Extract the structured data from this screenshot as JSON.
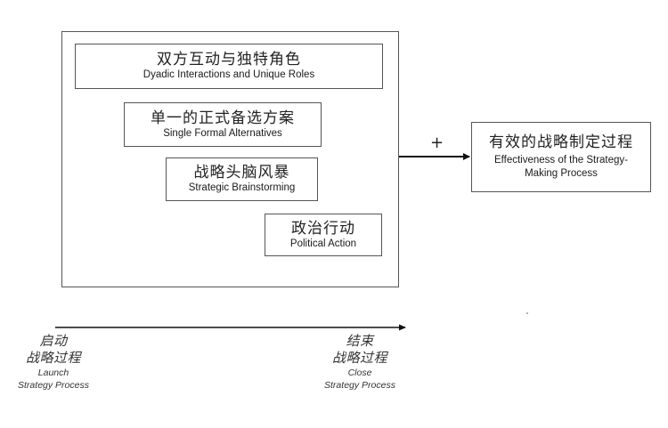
{
  "outer_box": {
    "items": [
      {
        "zh": "双方互动与独特角色",
        "en": "Dyadic Interactions and Unique Roles"
      },
      {
        "zh": "单一的正式备选方案",
        "en": "Single Formal Alternatives"
      },
      {
        "zh": "战略头脑风暴",
        "en": "Strategic Brainstorming"
      },
      {
        "zh": "政治行动",
        "en": "Political Action"
      }
    ]
  },
  "arrow": {
    "sign": "+"
  },
  "outcome": {
    "zh": "有效的战略制定过程",
    "en_line1": "Effectiveness of the Strategy-",
    "en_line2": "Making Process"
  },
  "timeline": {
    "start": {
      "zh_line1": "启动",
      "zh_line2": "战略过程",
      "en_line1": "Launch",
      "en_line2": "Strategy Process"
    },
    "end": {
      "zh_line1": "结束",
      "zh_line2": "战略过程",
      "en_line1": "Close",
      "en_line2": "Strategy Process"
    }
  }
}
